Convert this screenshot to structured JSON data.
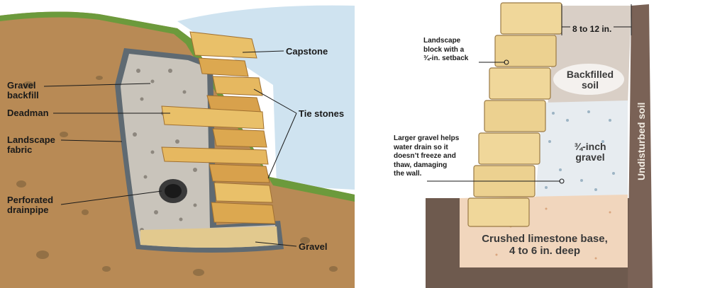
{
  "left_diagram": {
    "labels": {
      "gravel_backfill": [
        "Gravel",
        "backfill"
      ],
      "deadman": "Deadman",
      "landscape_fabric": [
        "Landscape",
        "fabric"
      ],
      "perforated_drainpipe": [
        "Perforated",
        "drainpipe"
      ],
      "capstone": "Capstone",
      "tie_stones": "Tie stones",
      "gravel": "Gravel"
    }
  },
  "right_diagram": {
    "labels": {
      "dimension": "8 to 12 in.",
      "landscape_block": [
        "Landscape",
        "block with a",
        "¾-in. setback"
      ],
      "backfilled_soil": [
        "Backfilled",
        "soil"
      ],
      "undisturbed_soil": "Undisturbed soil",
      "larger_gravel_note": [
        "Larger gravel helps",
        "water drain so it",
        "doesn’t freeze and",
        "thaw, damaging",
        "the wall."
      ],
      "gravel_size": [
        "¾-inch",
        "gravel"
      ],
      "base": [
        "Crushed limestone base,",
        "4 to 6 in. deep"
      ]
    }
  }
}
